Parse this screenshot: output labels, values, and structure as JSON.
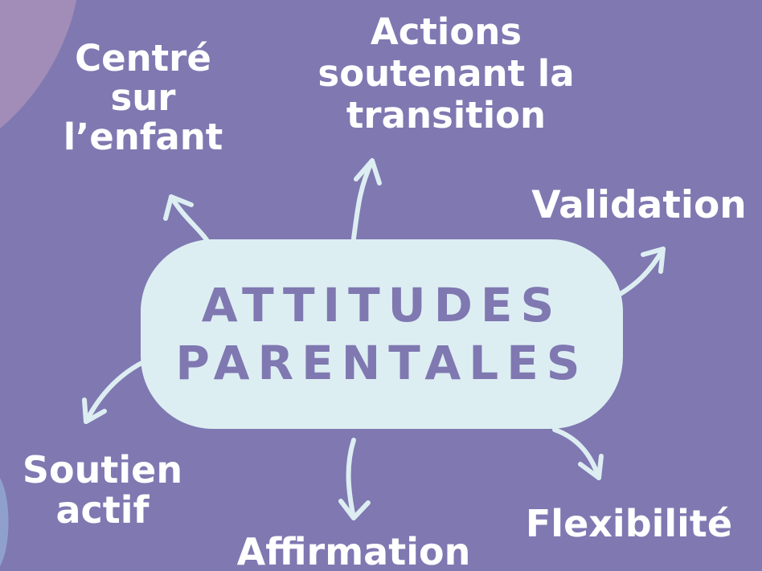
{
  "diagram": {
    "center": {
      "line1": "ATTITUDES",
      "line2": "PARENTALES"
    },
    "nodes": {
      "centre": [
        "Centré",
        "sur",
        "l’enfant"
      ],
      "actions": [
        "Actions",
        "soutenant la",
        "transition"
      ],
      "validation": "Validation",
      "flexibilite": "Flexibilité",
      "affirmation": "Affirmation",
      "soutien": [
        "Soutien",
        "actif"
      ]
    }
  },
  "colors": {
    "background": "#7f78b1",
    "center_box": "#ddeef2",
    "center_text": "#7f78b1",
    "arrow": "#ddeef2",
    "label_text": "#ffffff",
    "corner_blob": "#a18db7"
  }
}
